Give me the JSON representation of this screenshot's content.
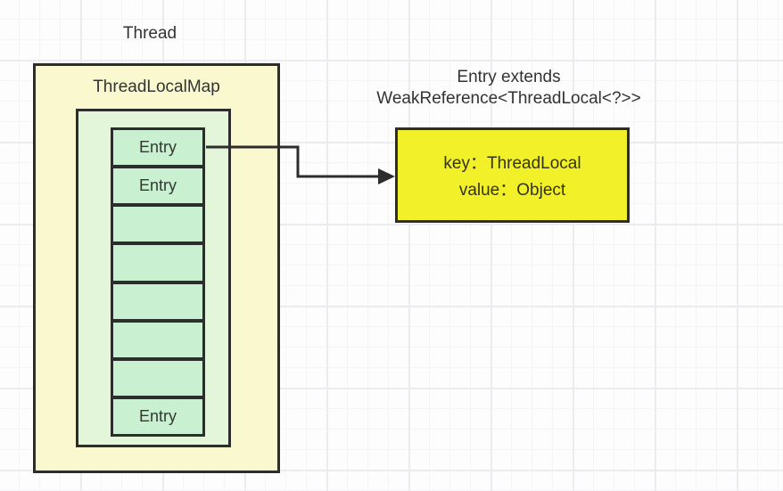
{
  "diagram": {
    "thread_label": "Thread",
    "map": {
      "title": "ThreadLocalMap",
      "cells": [
        {
          "label": "Entry"
        },
        {
          "label": "Entry"
        },
        {
          "label": ""
        },
        {
          "label": ""
        },
        {
          "label": ""
        },
        {
          "label": ""
        },
        {
          "label": ""
        },
        {
          "label": "Entry"
        }
      ]
    },
    "entry_note": {
      "line1": "Entry extends",
      "line2": "WeakReference<ThreadLocal<?>>"
    },
    "entry_detail": {
      "key_line": "key：ThreadLocal",
      "value_line": "value：Object"
    }
  },
  "colors": {
    "outline": "#2d2d2d",
    "outer_box_fill": "#f9f8cf",
    "inner_box_fill": "#e4f6d9",
    "cell_fill": "#c9f0d1",
    "entry_detail_fill": "#f2f028",
    "text": "#333333",
    "grid_minor": "#f5f5f8",
    "grid_major": "#ebebf0"
  }
}
